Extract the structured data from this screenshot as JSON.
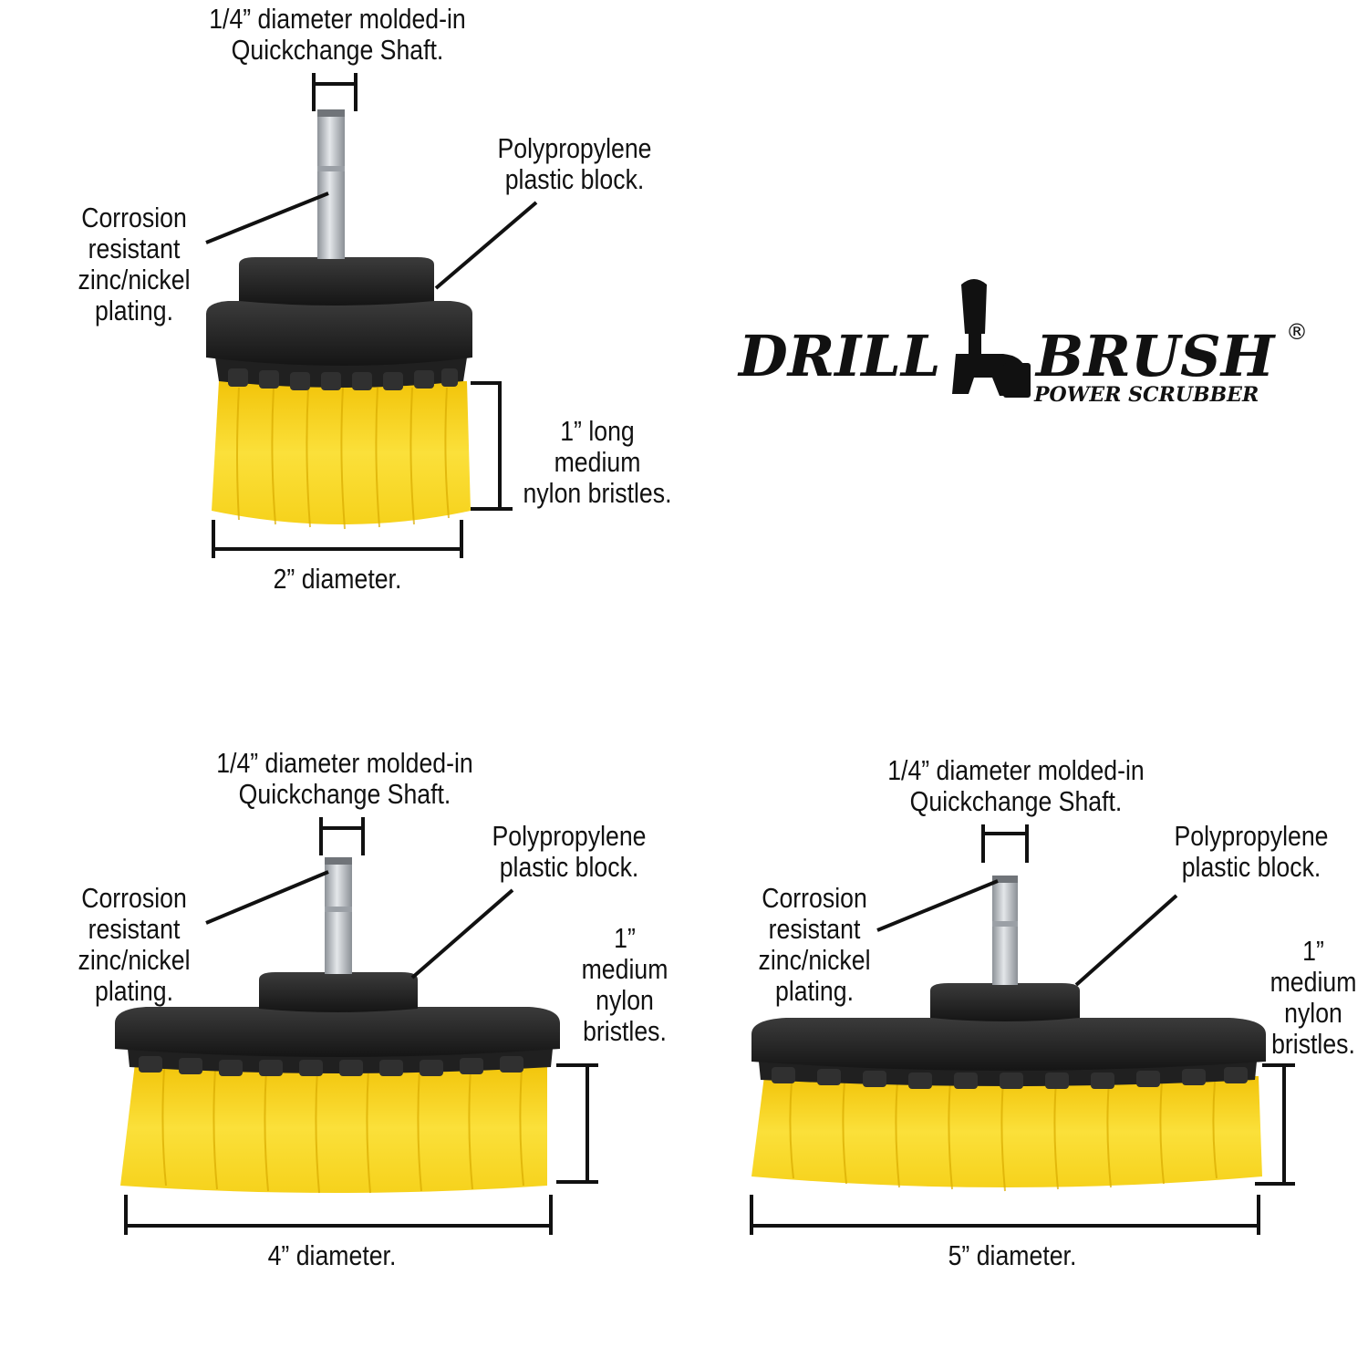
{
  "colors": {
    "bristle": "#f7d417",
    "bristle_dark": "#d4a800",
    "block": "#1c1c1c",
    "block_light": "#3a3a3a",
    "shaft": "#c9cdd2",
    "line": "#111111"
  },
  "logo": {
    "word_left": "DRILL",
    "word_right": "BRUSH",
    "tagline": "POWER SCRUBBER",
    "registered": "®",
    "icon": "drill-icon"
  },
  "brushes": [
    {
      "id": "2in",
      "shaft_label": [
        "1/4” diameter molded-in",
        "Quickchange Shaft."
      ],
      "block_label": [
        "Polypropylene",
        "plastic block."
      ],
      "plating_label": [
        "Corrosion",
        "resistant",
        "zinc/nickel",
        "plating."
      ],
      "bristle_label": [
        "1” long",
        "medium",
        "nylon bristles."
      ],
      "diameter_label": "2” diameter."
    },
    {
      "id": "4in",
      "shaft_label": [
        "1/4” diameter molded-in",
        "Quickchange Shaft."
      ],
      "block_label": [
        "Polypropylene",
        "plastic block."
      ],
      "plating_label": [
        "Corrosion",
        "resistant",
        "zinc/nickel",
        "plating."
      ],
      "bristle_label": [
        "1”",
        "medium",
        "nylon",
        "bristles."
      ],
      "diameter_label": "4” diameter."
    },
    {
      "id": "5in",
      "shaft_label": [
        "1/4” diameter molded-in",
        "Quickchange Shaft."
      ],
      "block_label": [
        "Polypropylene",
        "plastic block."
      ],
      "plating_label": [
        "Corrosion",
        "resistant",
        "zinc/nickel",
        "plating."
      ],
      "bristle_label": [
        "1”",
        "medium",
        "nylon",
        "bristles."
      ],
      "diameter_label": "5” diameter."
    }
  ]
}
